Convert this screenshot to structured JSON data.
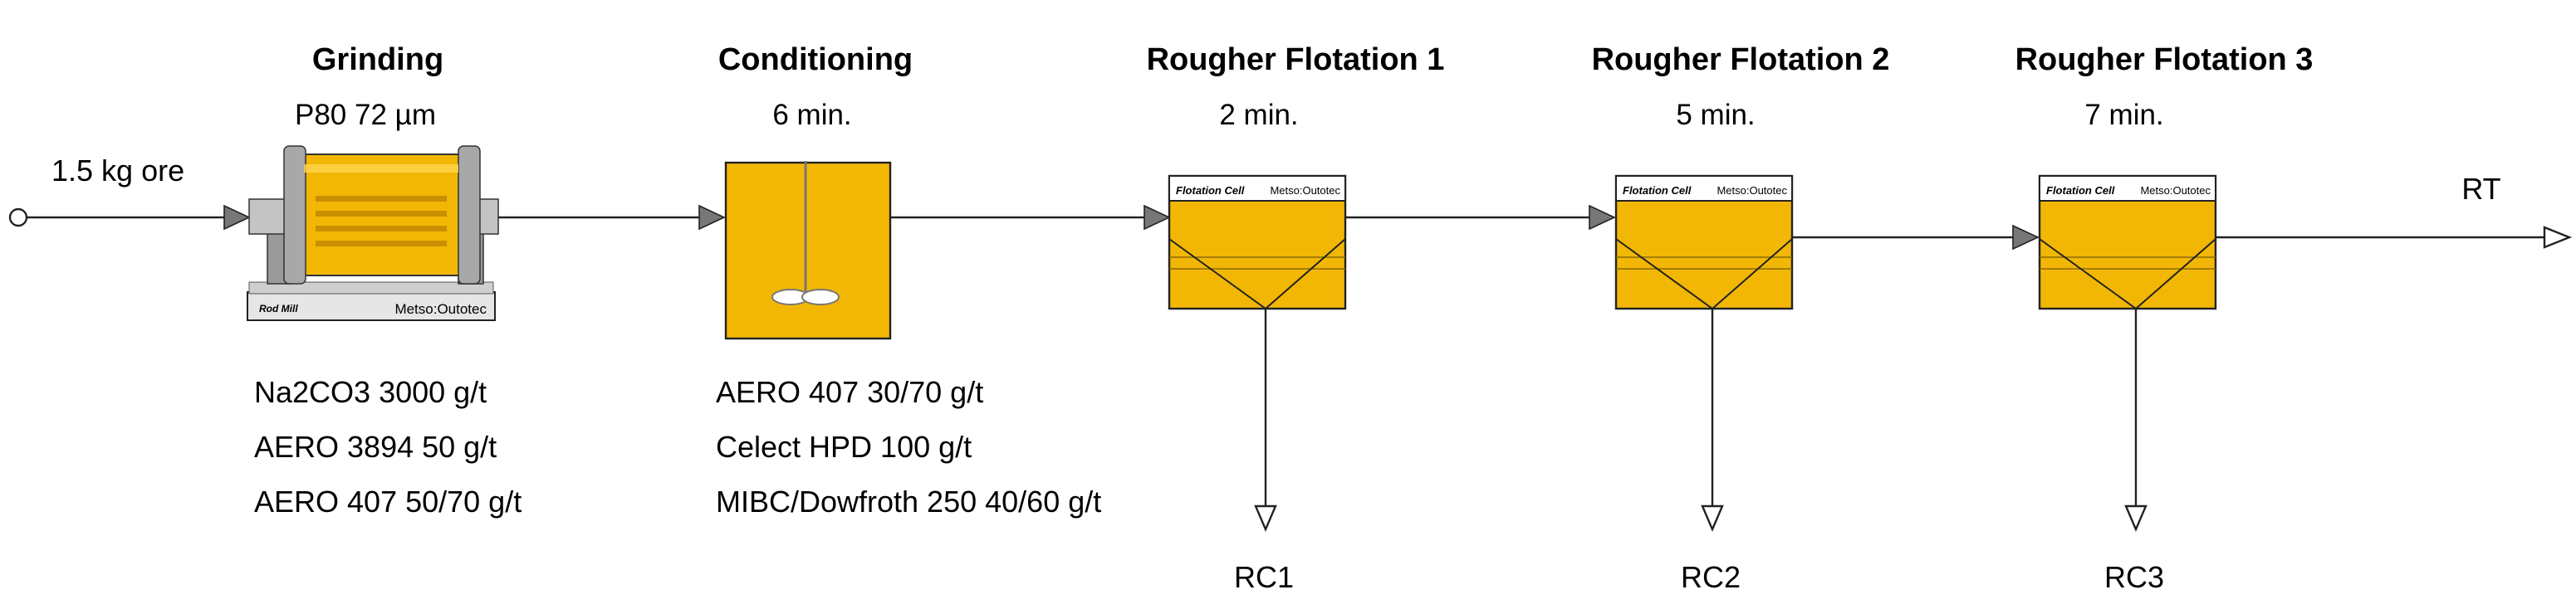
{
  "feed": {
    "label": "1.5 kg ore"
  },
  "grinding": {
    "title": "Grinding",
    "param": "P80 72 µm",
    "plate_left": "Rod Mill",
    "plate_right": "Metso:Outotec",
    "reagents": [
      "Na2CO3 3000 g/t",
      "AERO 3894 50 g/t",
      "AERO 407 50/70 g/t"
    ]
  },
  "conditioning": {
    "title": "Conditioning",
    "param": "6 min.",
    "reagents": [
      "AERO 407 30/70 g/t",
      "Celect HPD 100 g/t",
      "MIBC/Dowfroth 250 40/60 g/t"
    ]
  },
  "flotation_cells": [
    {
      "title": "Rougher Flotation 1",
      "param": "2 min.",
      "concentrate": "RC1"
    },
    {
      "title": "Rougher Flotation 2",
      "param": "5 min.",
      "concentrate": "RC2"
    },
    {
      "title": "Rougher Flotation 3",
      "param": "7 min.",
      "concentrate": "RC3"
    }
  ],
  "cell_header": {
    "left": "Flotation Cell",
    "right": "Metso:Outotec"
  },
  "tailings": {
    "label": "RT"
  },
  "colors": {
    "equipment": "#f2b705",
    "line": "#222222",
    "arrow": "#777777"
  }
}
